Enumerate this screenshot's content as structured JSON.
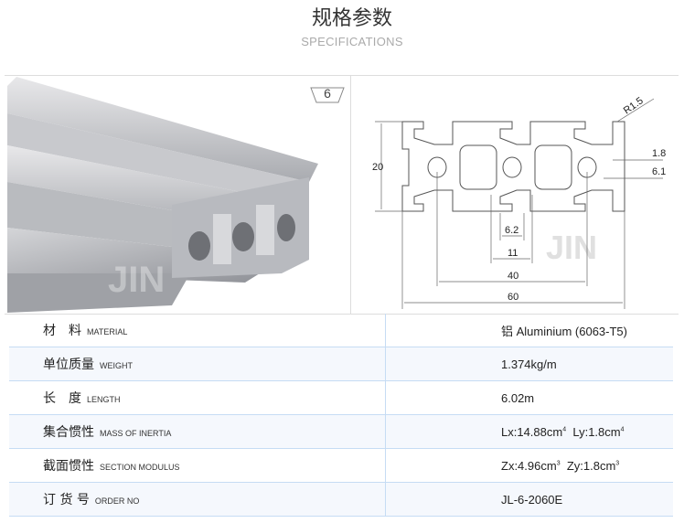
{
  "header": {
    "title": "规格参数",
    "subtitle": "SPECIFICATIONS"
  },
  "photo": {
    "badge": "6",
    "watermark": "JIN"
  },
  "drawing": {
    "dims": {
      "height": "20",
      "width": "60",
      "pitch": "40",
      "slot_outer": "11",
      "slot_opening": "6.2",
      "wall": "1.8",
      "depth": "6.1",
      "radius": "R1.5"
    },
    "watermark": "JIN"
  },
  "specs": [
    {
      "cn": "材　料",
      "en": "MATERIAL",
      "value": "铝 Aluminium (6063-T5)"
    },
    {
      "cn": "单位质量",
      "en": "WEIGHT",
      "value": "1.374kg/m"
    },
    {
      "cn": "长　度",
      "en": "LENGTH",
      "value": "6.02m"
    },
    {
      "cn": "集合惯性",
      "en": "MASS OF INERTIA",
      "lx": "Lx:14.88cm",
      "lx_exp": "4",
      "ly": "Ly:1.8cm",
      "ly_exp": "4"
    },
    {
      "cn": "截面惯性",
      "en": "SECTION MODULUS",
      "zx": "Zx:4.96cm",
      "zx_exp": "3",
      "zy": "Zy:1.8cm",
      "zy_exp": "3"
    },
    {
      "cn": "订 货 号",
      "en": "ORDER NO",
      "value": "JL-6-2060E"
    }
  ]
}
